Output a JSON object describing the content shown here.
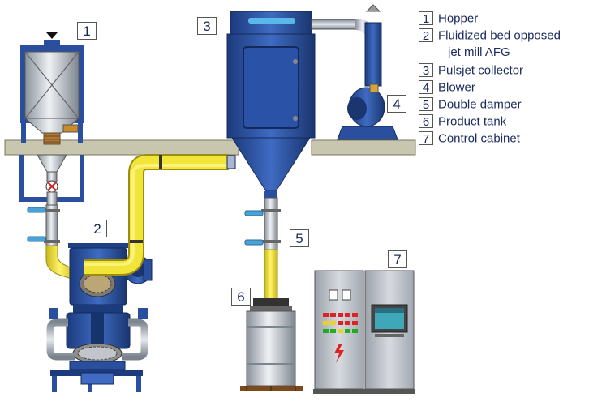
{
  "callouts": {
    "hopper": "1",
    "jet_mill": "2",
    "collector": "3",
    "blower": "4",
    "damper": "5",
    "tank": "6",
    "cabinet": "7"
  },
  "legend": {
    "items": [
      {
        "num": "1",
        "text": "Hopper"
      },
      {
        "num": "2",
        "text": "Fluidized bed opposed"
      },
      {
        "num": "3",
        "text": "Pulsjet collector"
      },
      {
        "num": "4",
        "text": "Blower"
      },
      {
        "num": "5",
        "text": "Double damper"
      },
      {
        "num": "6",
        "text": "Product tank"
      },
      {
        "num": "7",
        "text": "Control cabinet"
      }
    ],
    "item2_continuation": "jet mill  AFG"
  },
  "colors": {
    "equipment_blue": "#2a4f9e",
    "duct_yellow": "#f2e53a",
    "steel_grey": "#b8bec6",
    "platform": "#c9c6b0",
    "text_navy": "#1a2a5e"
  }
}
